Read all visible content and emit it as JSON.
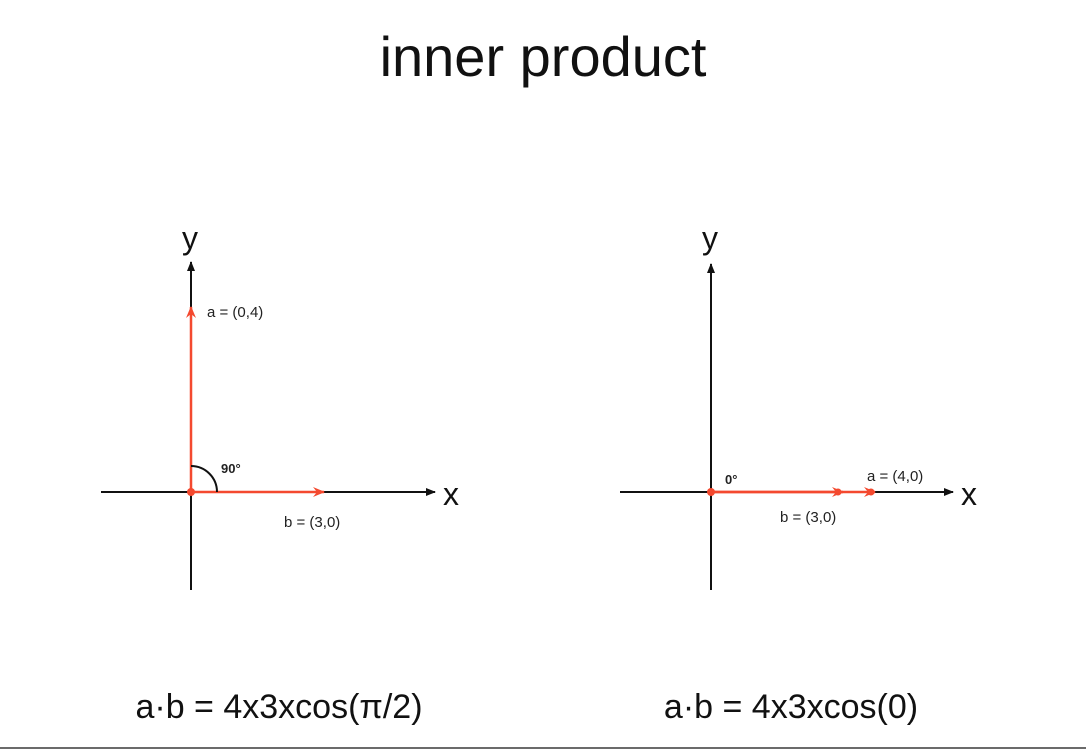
{
  "title": "inner product",
  "colors": {
    "vector": "#f4492f",
    "axis": "#111111"
  },
  "left_diagram": {
    "y_axis_label": "y",
    "x_axis_label": "x",
    "vector_a_label": "a = (0,4)",
    "vector_b_label": "b = (3,0)",
    "angle_label": "90°",
    "formula": "a·b = 4x3xcos(π/2)"
  },
  "right_diagram": {
    "y_axis_label": "y",
    "x_axis_label": "x",
    "vector_a_label": "a = (4,0)",
    "vector_b_label": "b = (3,0)",
    "angle_label": "0°",
    "formula": "a·b = 4x3xcos(0)"
  }
}
